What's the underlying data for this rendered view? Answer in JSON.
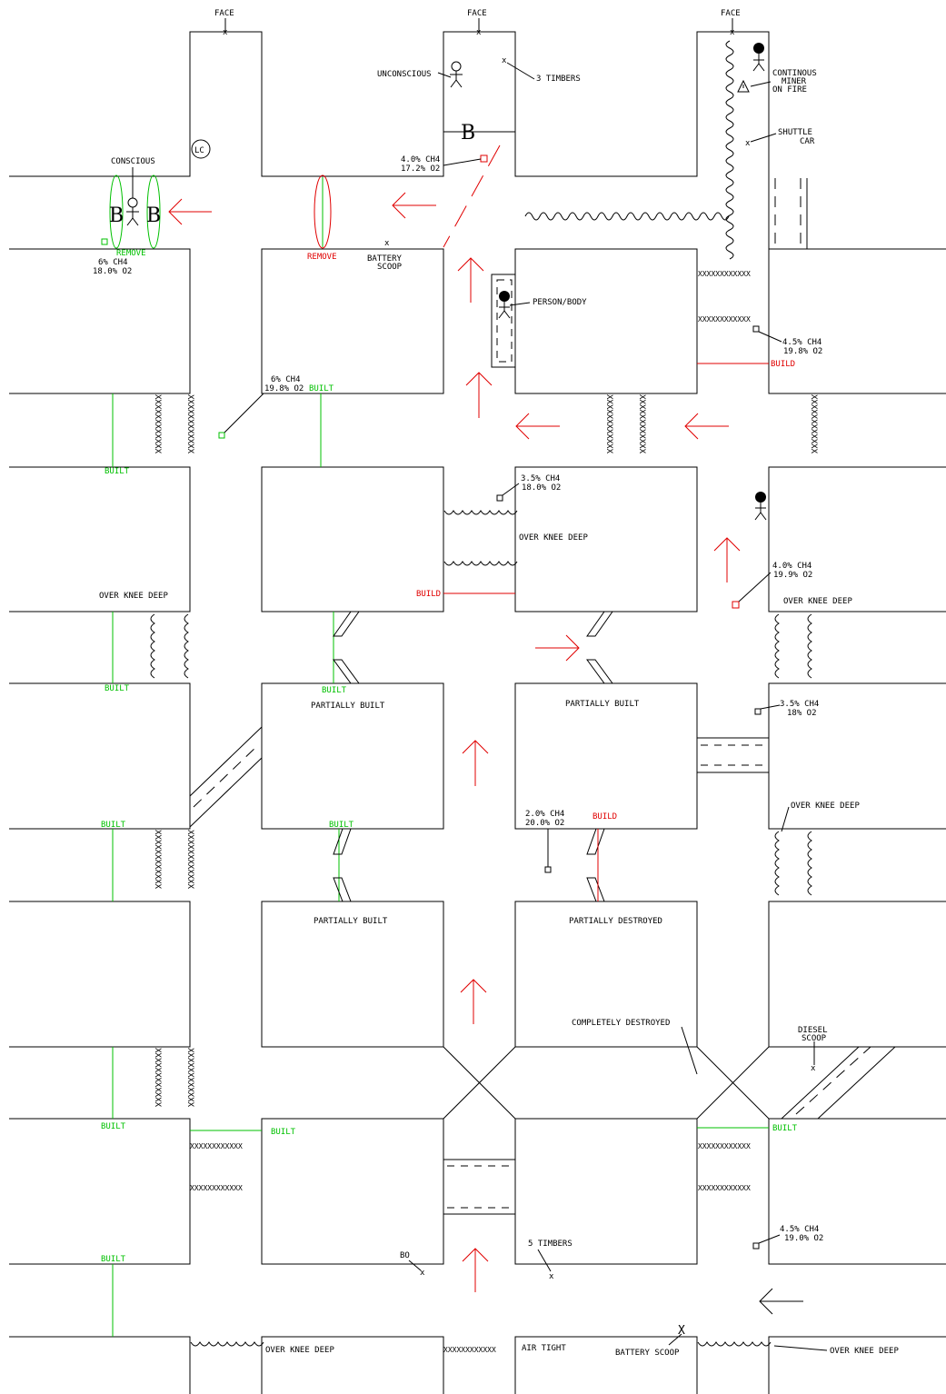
{
  "colors": {
    "ink": "#000000",
    "hazard": "#e00000",
    "safe": "#00c000"
  },
  "faces": [
    {
      "label": "FACE"
    },
    {
      "label": "FACE"
    },
    {
      "label": "FACE"
    }
  ],
  "labels": {
    "unconscious": "UNCONSCIOUS",
    "three_timbers": "3 TIMBERS",
    "continuous_miner_1": "CONTINOUS",
    "continuous_miner_2": "MINER",
    "continuous_miner_3": "ON FIRE",
    "shuttle_car_1": "SHUTTLE",
    "shuttle_car_2": "CAR",
    "conscious": "CONSCIOUS",
    "lifeline_code": "LC",
    "battery_scoop_top_1": "BATTERY",
    "battery_scoop_top_2": "SCOOP",
    "person_body": "PERSON/BODY",
    "barricade_letter": "B",
    "over_knee_deep": "OVER KNEE DEEP",
    "partially_built": "PARTIALLY BUILT",
    "partially_destroyed": "PARTIALLY DESTROYED",
    "completely_destroyed": "COMPLETELY DESTROYED",
    "diesel_scoop_1": "DIESEL",
    "diesel_scoop_2": "SCOOP",
    "five_timbers": "5 TIMBERS",
    "bo": "BO",
    "air_tight": "AIR TIGHT",
    "battery_scoop_bottom": "BATTERY SCOOP",
    "x_mark": "x",
    "x_mark_upper": "X",
    "stopping_xs": "XXXXXXXXXXXX"
  },
  "status": {
    "built": "BUILT",
    "build": "BUILD",
    "remove": "REMOVE"
  },
  "gas_readings": [
    {
      "ch4": "4.0% CH4",
      "o2": "17.2% O2",
      "status": "hazard"
    },
    {
      "ch4": "6% CH4",
      "o2": "18.0% O2",
      "status": "safe"
    },
    {
      "ch4": "6% CH4",
      "o2": "19.8% O2",
      "status": "safe"
    },
    {
      "ch4": "4.5% CH4",
      "o2": "19.8% O2",
      "status": "normal"
    },
    {
      "ch4": "3.5% CH4",
      "o2": "18.0% O2",
      "status": "normal"
    },
    {
      "ch4": "4.0% CH4",
      "o2": "19.9% O2",
      "status": "hazard"
    },
    {
      "ch4": "3.5% CH4",
      "o2": "18% O2",
      "status": "normal"
    },
    {
      "ch4": "2.0% CH4",
      "o2": "20.0% O2",
      "status": "normal"
    },
    {
      "ch4": "4.5% CH4",
      "o2": "19.0% O2",
      "status": "normal"
    }
  ],
  "icons": {
    "arrow": "airflow-arrow-icon",
    "person": "person-icon",
    "fire": "warning-triangle-icon",
    "gas": "gas-reading-station-icon"
  }
}
